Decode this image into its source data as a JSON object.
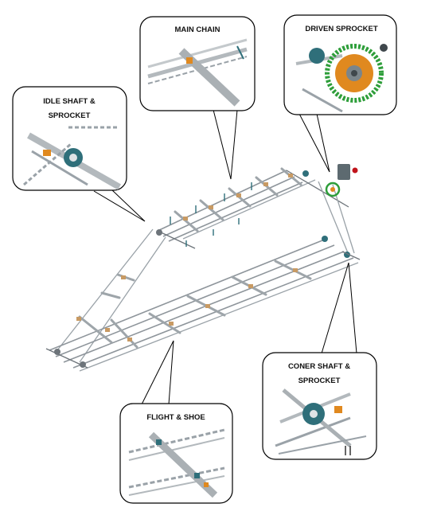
{
  "callouts": {
    "main_chain": "MAIN CHAIN",
    "driven_sprocket": "DRIVEN SPROCKET",
    "idle_shaft_line1": "IDLE SHAFT &",
    "idle_shaft_line2": "SPROCKET",
    "coner_shaft_line1": "CONER SHAFT &",
    "coner_shaft_line2": "SPROCKET",
    "flight_shoe": "FLIGHT & SHOE"
  },
  "colors": {
    "steel": "#8e959b",
    "shoe": "#c89a63",
    "sprocket_green": "#2e9e3a",
    "hub_orange": "#e0891f",
    "tab_teal": "#2f6f7a",
    "motor_red": "#c0141b"
  }
}
